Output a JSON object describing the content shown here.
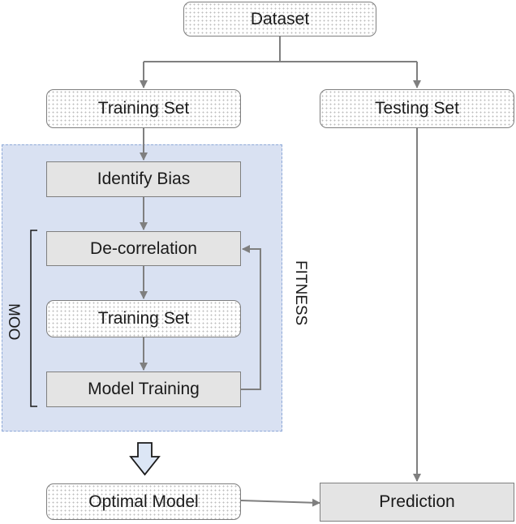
{
  "nodes": {
    "dataset": "Dataset",
    "training_set": "Training Set",
    "testing_set": "Testing Set",
    "identify_bias": "Identify Bias",
    "decorrelation": "De-correlation",
    "training_set_inner": "Training Set",
    "model_training": "Model Training",
    "optimal_model": "Optimal Model",
    "prediction": "Prediction"
  },
  "labels": {
    "moo": "MOO",
    "fitness": "FITNESS"
  },
  "colors": {
    "region_fill": "#d9e1f2",
    "region_border": "#8ea9d8",
    "box_border": "#7f7f7f",
    "grey_box_fill": "#e4e4e4",
    "arrow": "#7f7f7f",
    "block_arrow_fill": "#dce6f5"
  }
}
